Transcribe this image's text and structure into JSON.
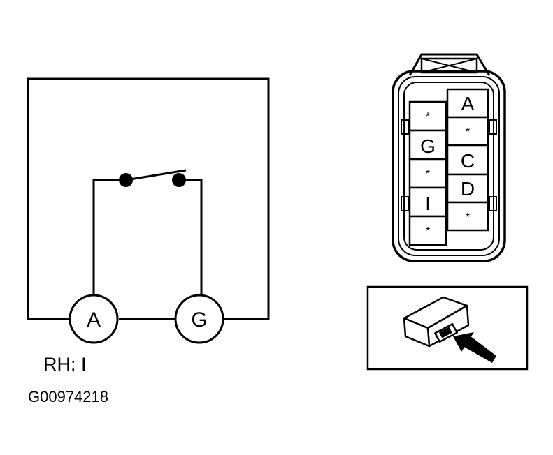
{
  "circuit": {
    "terminal_left": "A",
    "terminal_right": "G",
    "side_label": "RH: I"
  },
  "connector": {
    "left_column": [
      "*",
      "G",
      "*",
      "I",
      "*"
    ],
    "right_column": [
      "A",
      "*",
      "C",
      "D",
      "*"
    ]
  },
  "figure_id": "G00974218",
  "colors": {
    "line": "#000000",
    "background": "#ffffff"
  }
}
